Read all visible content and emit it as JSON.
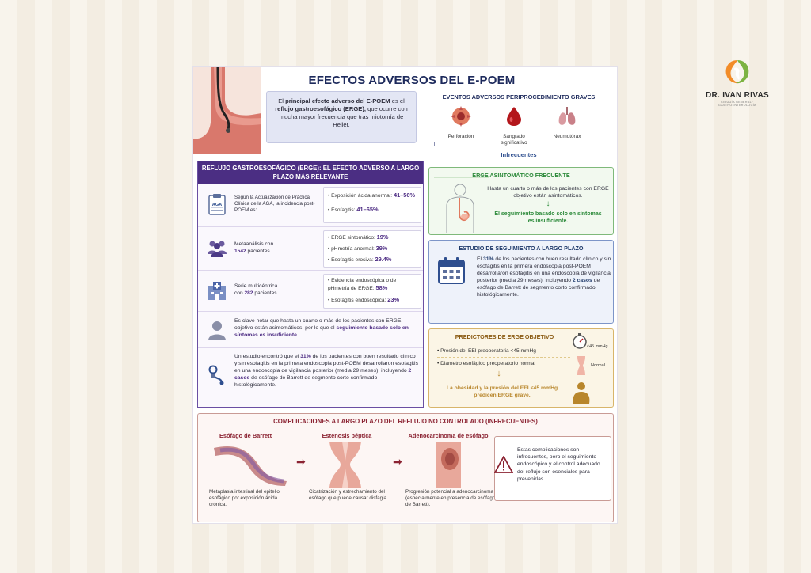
{
  "logo": {
    "name": "DR. IVAN RIVAS",
    "subtitle": "CIRUGÍA GENERAL · GASTROENTEROLOGÍA"
  },
  "title": "EFECTOS ADVERSOS DEL E-POEM",
  "intro": {
    "p1": "El ",
    "b1": "principal efecto adverso del E-POEM",
    "p2": " es el ",
    "b2": "reflujo gastroesofágico (ERGE),",
    "p3": " que ocurre con mucha mayor frecuencia que tras miotomía de Heller."
  },
  "events": {
    "title": "EVENTOS ADVERSOS PERIPROCEDIMIENTO GRAVES",
    "items": [
      "Perforación",
      "Sangrado significativo",
      "Neumotórax"
    ],
    "footer": "Infrecuentes"
  },
  "left": {
    "title": "REFLUJO GASTROESOFÁGICO (ERGE): EL EFECTO ADVERSO A LARGO PLAZO MÁS RELEVANTE",
    "aga": {
      "badge": "AGA",
      "text": "Según la Actualización de Práctica Clínica de la AGA, la incidencia post-POEM es:",
      "s1_label": "Exposición ácida anormal: ",
      "s1_value": "41–56%",
      "s2_label": "Esofagitis: ",
      "s2_value": "41–65%"
    },
    "meta": {
      "t1": "Metaanálisis con",
      "t2_num": "1542",
      "t2_rest": " pacientes",
      "s1_label": "ERGE sintomático: ",
      "s1_value": "19%",
      "s2_label": "pHmetría anormal: ",
      "s2_value": "39%",
      "s3_label": "Esofagitis erosiva: ",
      "s3_value": "29.4%"
    },
    "multi": {
      "t1": "Serie multicéntrica",
      "t2_pre": "con ",
      "t2_num": "282",
      "t2_rest": " pacientes",
      "s1_label": "Evidencia endoscópica o de pHmetría de ERGE: ",
      "s1_value": "58%",
      "s2_label": "Esofagitis endoscópica: ",
      "s2_value": "23%"
    },
    "note": {
      "p1": "Es clave notar que hasta un cuarto o más de los pacientes con ERGE objetivo están asintomáticos, por lo que el ",
      "b1": "seguimiento basado solo en síntomas es insuficiente."
    },
    "study": {
      "p1": "Un estudio encontró que el ",
      "b1": "31%",
      "p2": " de los pacientes con buen resultado clínico y sin esofagitis en la primera endoscopia post-POEM desarrollaron esofagitis en una endoscopia de vigilancia posterior (media 29 meses), incluyendo ",
      "b2": "2 casos",
      "p3": " de esófago de Barrett de segmento corto confirmado histológicamente."
    }
  },
  "green": {
    "title": "ERGE ASINTOMÁTICO FRECUENTE",
    "text": "Hasta un cuarto o más de los pacientes con ERGE objetivo están asintomáticos.",
    "arrow": "↓",
    "highlight": "El seguimiento basado solo en síntomas es insuficiente."
  },
  "blue": {
    "title": "ESTUDIO DE SEGUIMIENTO A LARGO PLAZO",
    "p1": "El ",
    "b1": "31%",
    "p2": " de los pacientes con buen resultado clínico y sin esofagitis en la primera endoscopia post-POEM desarrollaron esofagitis en una endoscopia de vigilancia posterior (media 29 meses), incluyendo ",
    "b2": "2 casos",
    "p3": " de esófago de Barrett de segmento corto confirmado histológicamente."
  },
  "yellow": {
    "title": "PREDICTORES DE ERGE OBJETIVO",
    "b1": "Presión del EEI preoperatoria <45 mmHg",
    "b2": "Diámetro esofágico preoperatorio normal",
    "arrow": "↓",
    "highlight": "La obesidad y la presión del EEI <45 mmHg predicen ERGE grave.",
    "gauge_label": "<45 mmHg",
    "normal_label": "Normal"
  },
  "bottom": {
    "title": "COMPLICACIONES A LARGO PLAZO DEL REFLUJO NO CONTROLADO (INFRECUENTES)",
    "items": [
      {
        "title": "Esófago de Barrett",
        "desc": "Metaplasia intestinal del epitelio esofágico por exposición ácida crónica."
      },
      {
        "title": "Estenosis péptica",
        "desc": "Cicatrización y estrechamiento del esófago que puede causar disfagia."
      },
      {
        "title": "Adenocarcinoma de esófago",
        "desc": "Progresión potencial a adenocarcinoma (especialmente en presencia de esófago de Barrett)."
      }
    ],
    "arrow": "➡",
    "warning": "Estas complicaciones son infrecuentes, pero el seguimiento endoscópico y el control adecuado del reflujo son esenciales para prevenirlas."
  },
  "colors": {
    "purple": "#4b2e83",
    "green": "#2c8a3a",
    "navy": "#1f3a6b",
    "red": "#8b2332",
    "gold": "#b8862b"
  }
}
